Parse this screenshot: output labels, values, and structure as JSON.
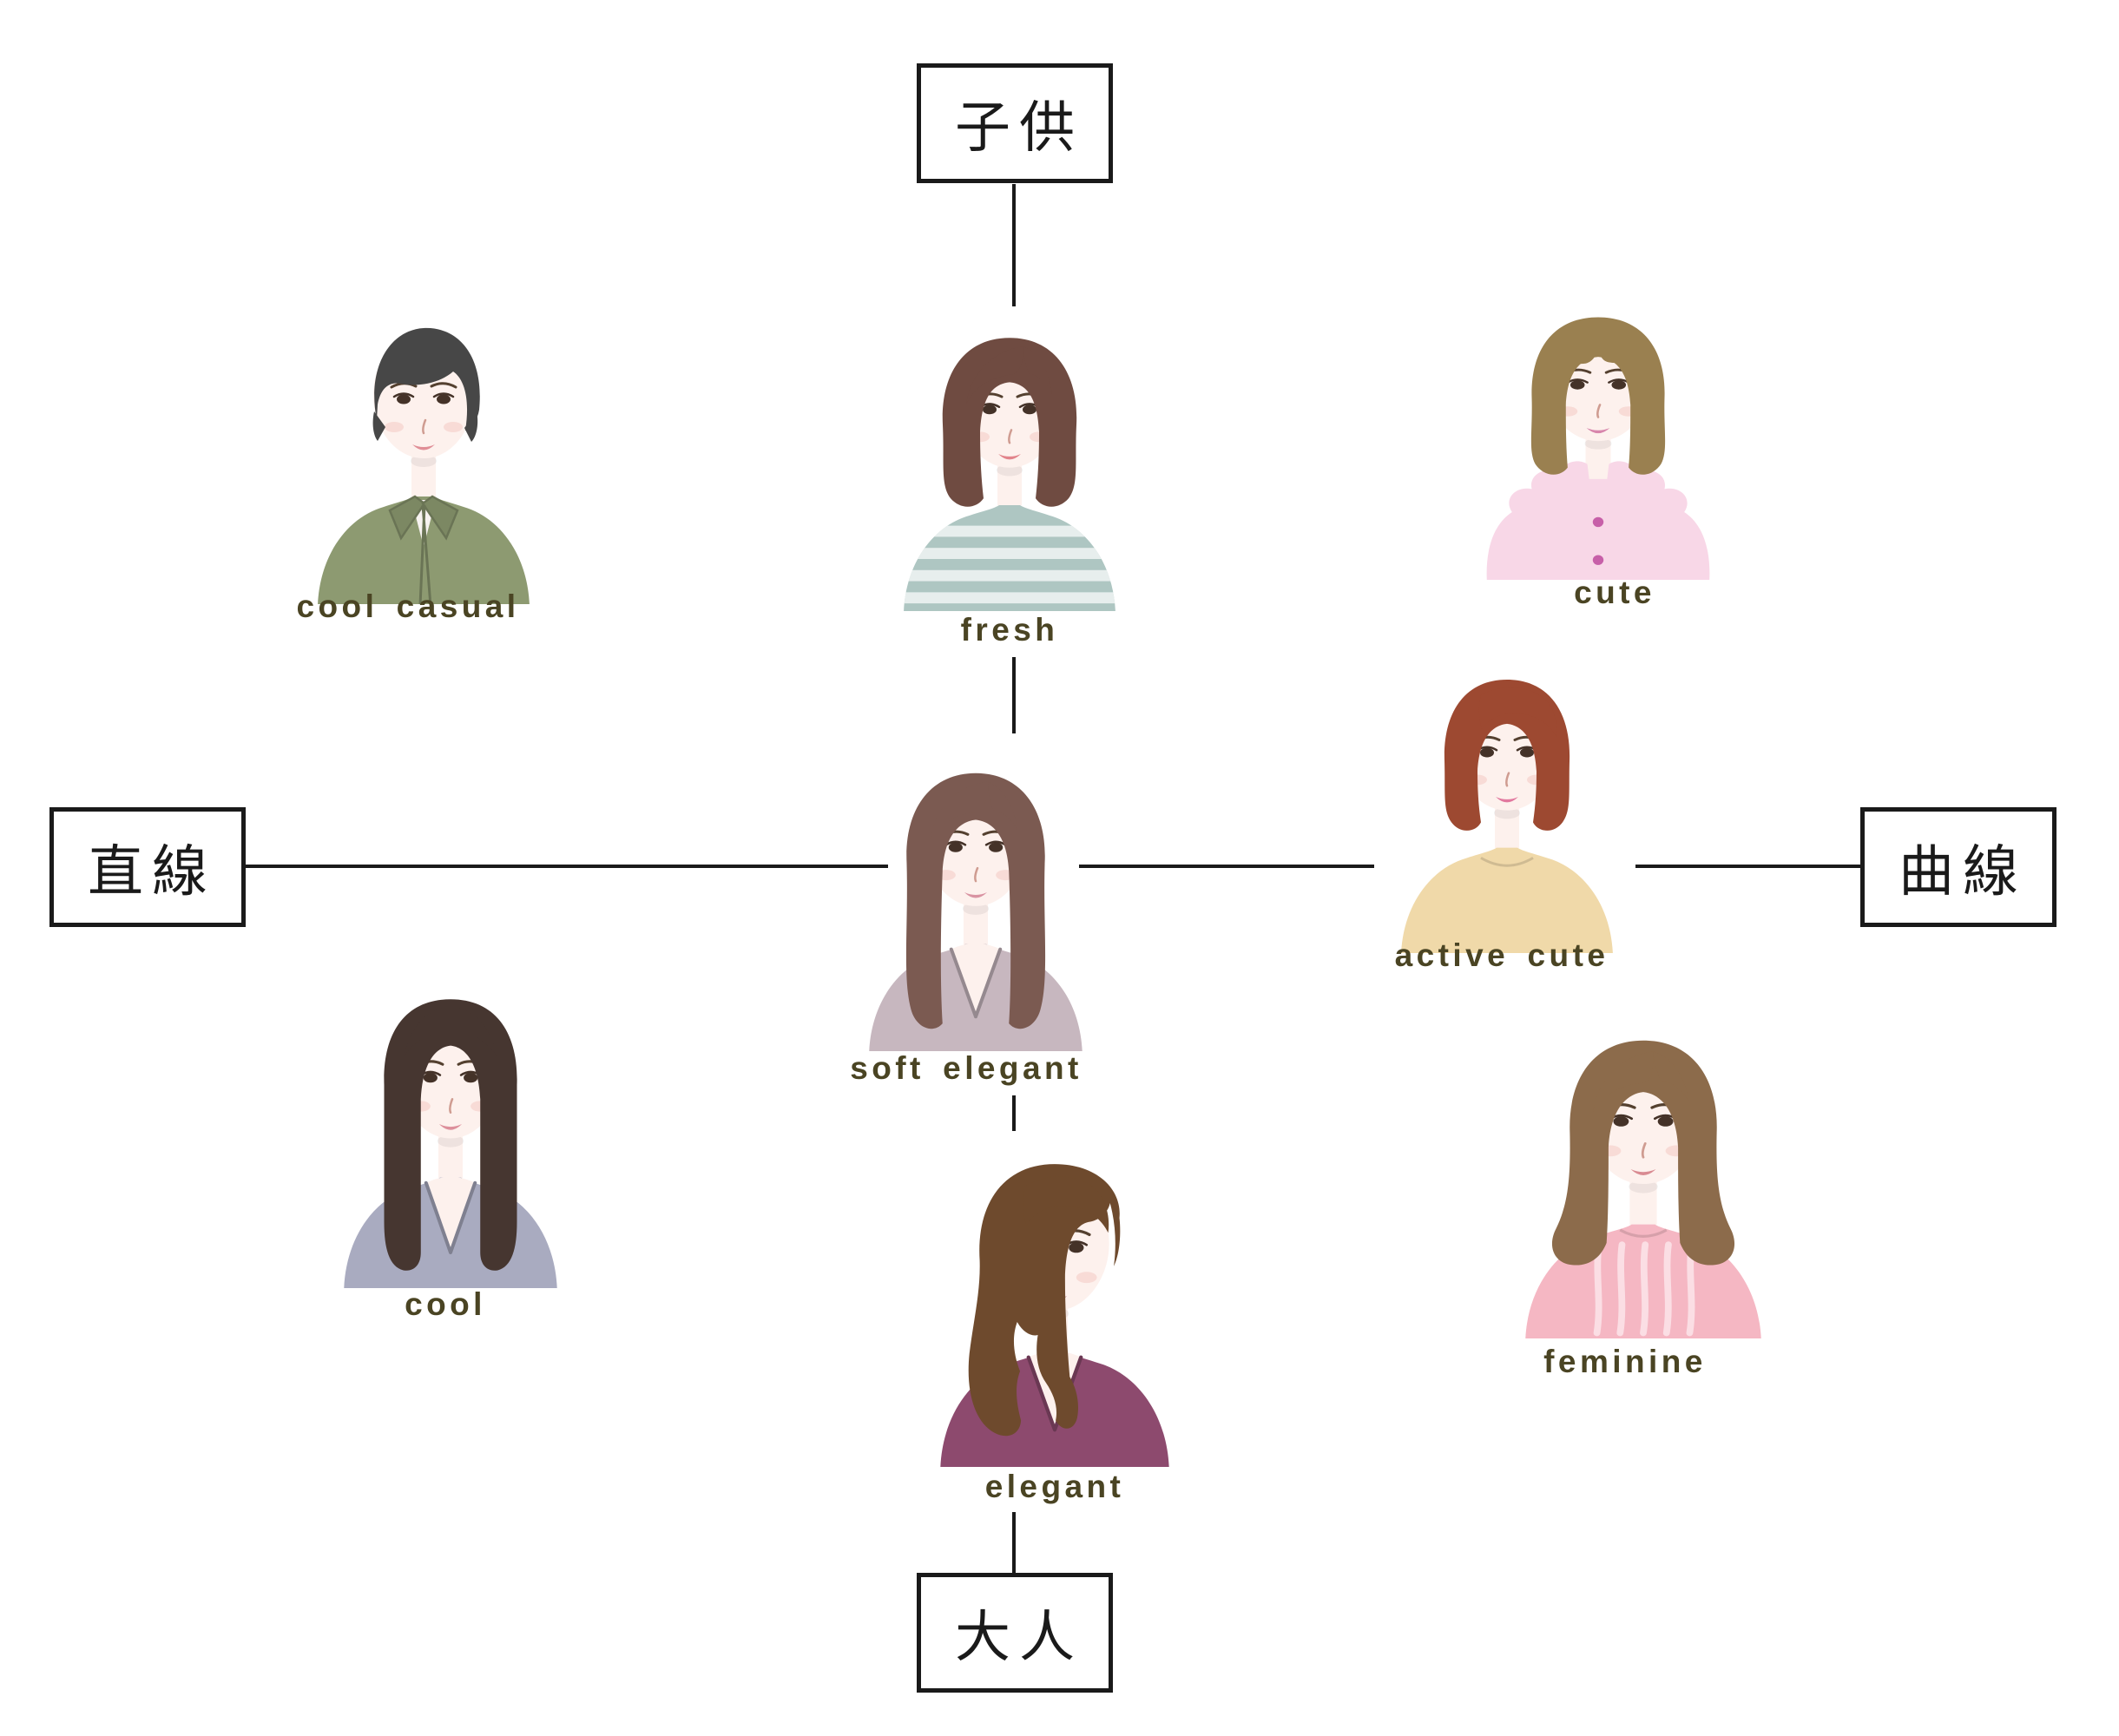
{
  "axes": {
    "top": {
      "label": "子供"
    },
    "bottom": {
      "label": "大人"
    },
    "left": {
      "label": "直線"
    },
    "right": {
      "label": "曲線"
    }
  },
  "face_types": [
    {
      "id": "cool-casual",
      "label": "cool casual",
      "hair_style": "pixie",
      "hair_color": "#474747",
      "top_style": "jacket-collar",
      "top_color": "#8d9a71",
      "lip_color": "#e08e96"
    },
    {
      "id": "fresh",
      "label": "fresh",
      "hair_style": "bob-side-part",
      "hair_color": "#6f4b41",
      "top_style": "striped-tee",
      "top_color": "#aec6c2",
      "lip_color": "#e2848b"
    },
    {
      "id": "cute",
      "label": "cute",
      "hair_style": "bob-bangs",
      "hair_color": "#9a8050",
      "top_style": "fluffy-cardigan",
      "top_color": "#f8d7e7",
      "accent_color": "#c75fa8",
      "lip_color": "#d886ac"
    },
    {
      "id": "soft-elegant",
      "label": "soft elegant",
      "hair_style": "long-side-part",
      "hair_color": "#7b5a51",
      "top_style": "v-neck",
      "top_color": "#c7b7bf",
      "lip_color": "#d993a2"
    },
    {
      "id": "active-cute",
      "label": "active cute",
      "hair_style": "rounded-bob",
      "hair_color": "#9d4931",
      "top_style": "round-neck",
      "top_color": "#f0d9a9",
      "lip_color": "#e2799f"
    },
    {
      "id": "cool",
      "label": "cool",
      "hair_style": "long-straight",
      "hair_color": "#463630",
      "top_style": "v-neck",
      "top_color": "#a9abc0",
      "lip_color": "#dd8f9b"
    },
    {
      "id": "elegant",
      "label": "elegant",
      "hair_style": "side-swept-waves",
      "hair_color": "#6e4a2d",
      "top_style": "v-neck",
      "top_color": "#8d4a6e",
      "lip_color": "#a8606c"
    },
    {
      "id": "feminine",
      "label": "feminine",
      "hair_style": "medium-waves",
      "hair_color": "#8c6b4b",
      "top_style": "ruffle-blouse",
      "top_color": "#f5b7c3",
      "lip_color": "#d98b92"
    }
  ],
  "colors": {
    "background": "#ffffff",
    "axis_line": "#1a1a1a",
    "box_border": "#1a1a1a",
    "box_text": "#1a1a1a",
    "label_text": "#4a4423",
    "skin": "#fdf1ed",
    "blush": "#f4c8c3",
    "eye": "#443228",
    "brow": "#54402f",
    "nose": "#cf9c91"
  }
}
